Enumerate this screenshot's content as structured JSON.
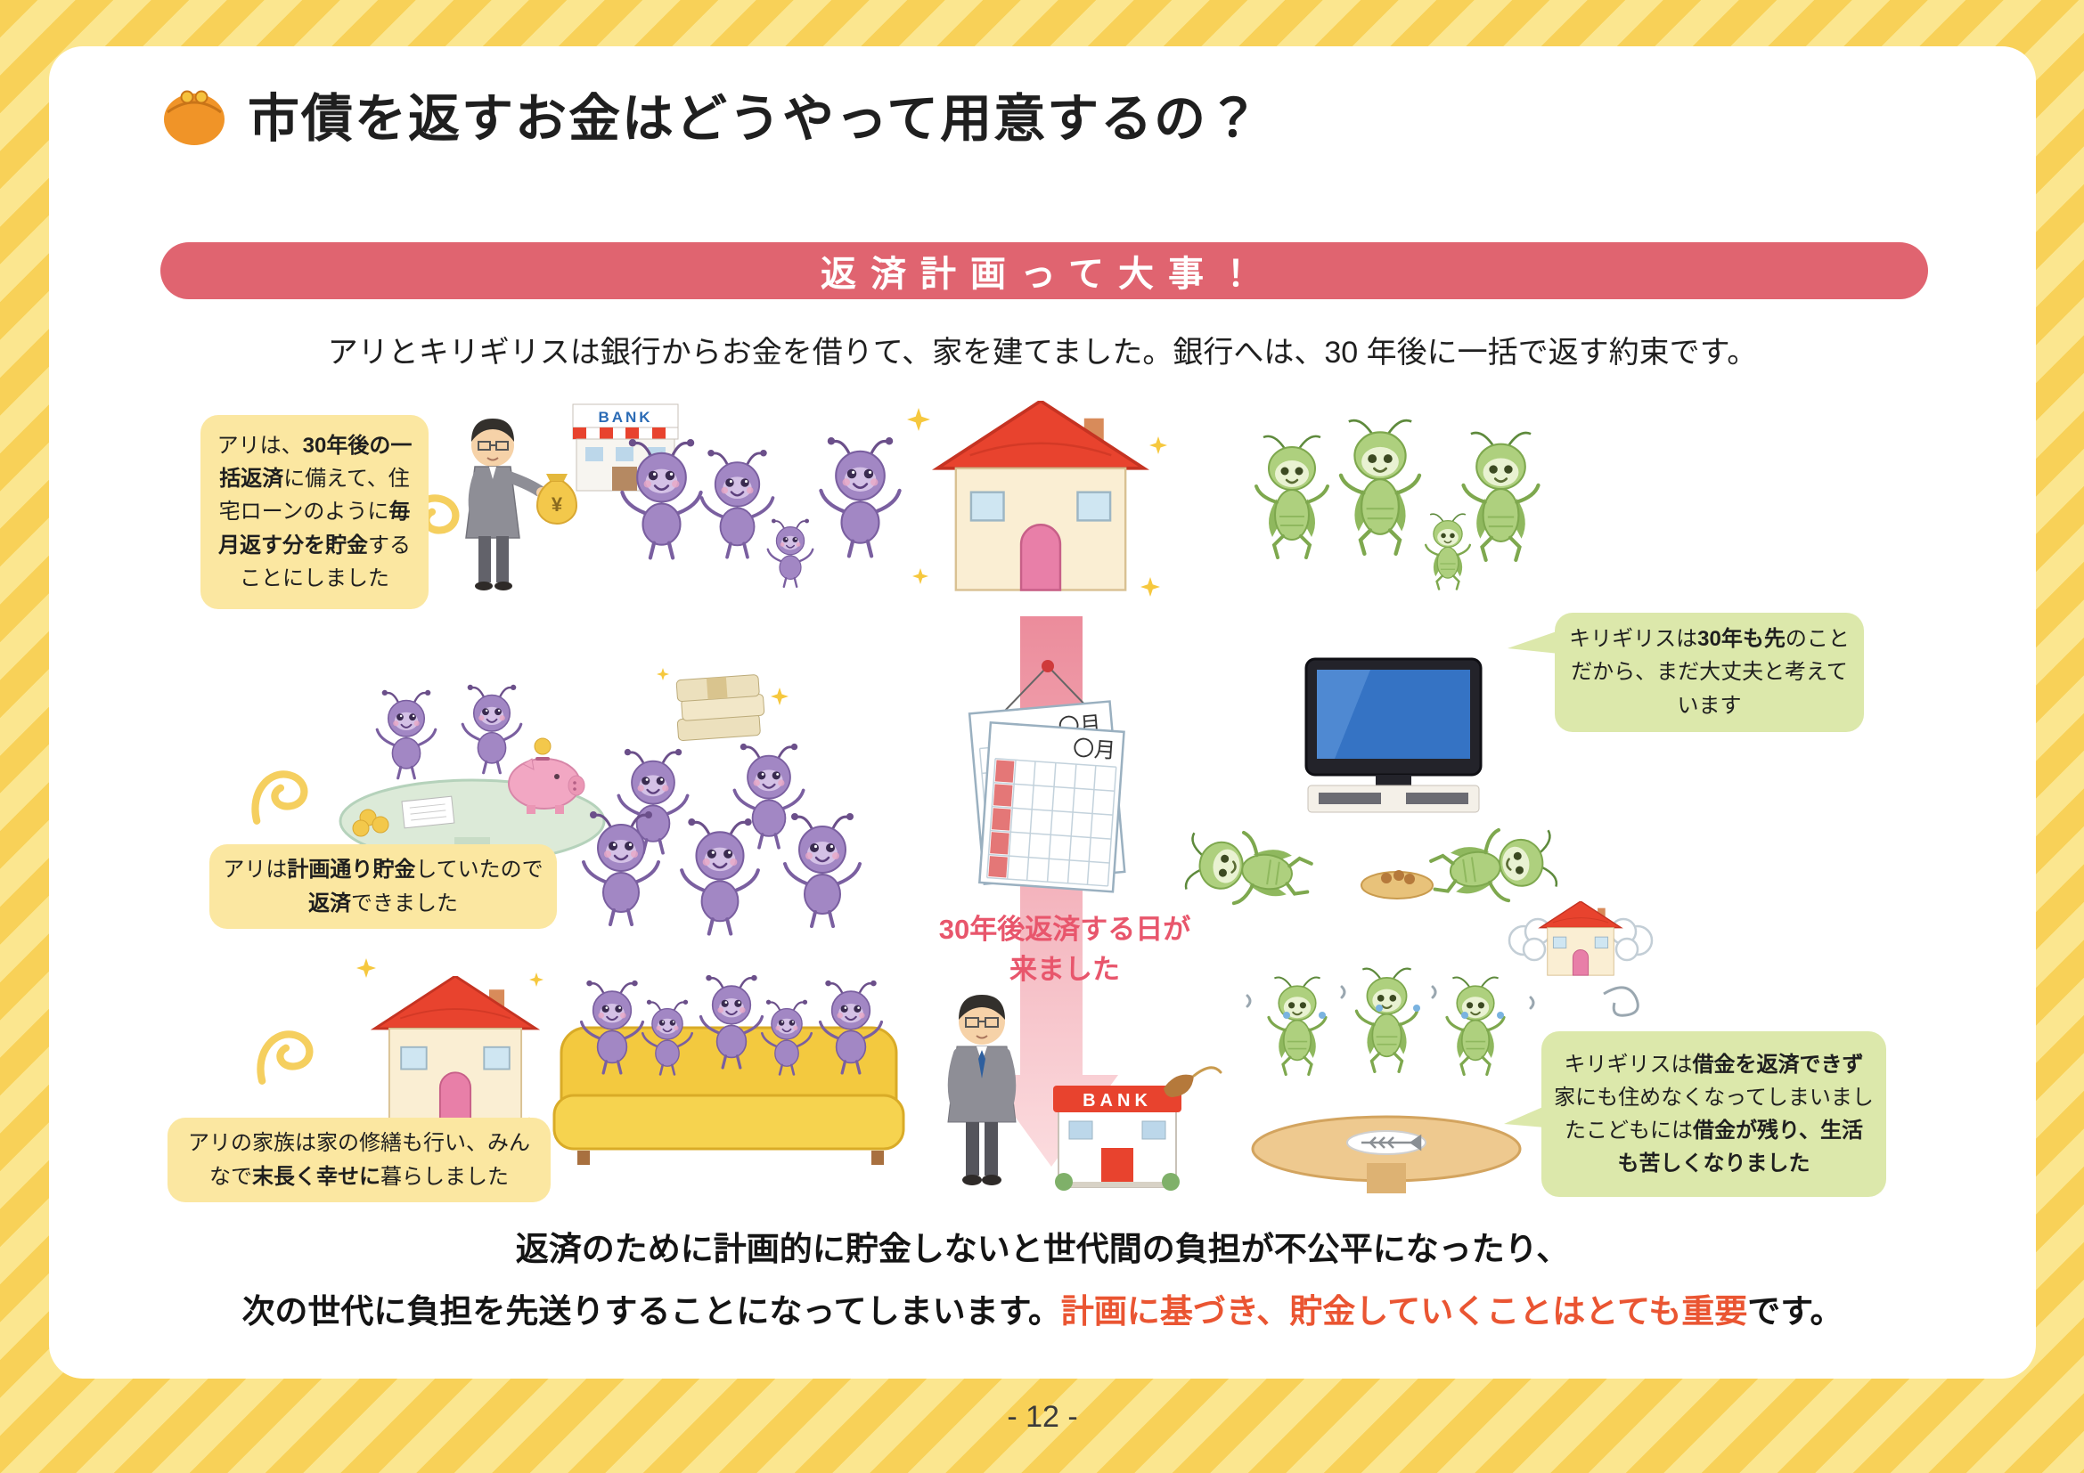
{
  "colors": {
    "banner_pink": "#e06470",
    "accent_red": "#ea5532",
    "deadline_pink": "#e8566c",
    "bubble_yellow": "#fbe7a1",
    "bubble_green": "#dce8ab",
    "stripe_yellow": "#f8d158"
  },
  "page": {
    "title": "市債を返すお金はどうやって用意するの？",
    "banner": "返済計画って大事！",
    "intro": "アリとキリギリスは銀行からお金を借りて、家を建てました。銀行へは、30 年後に一括で返す約束です。",
    "page_number": "- 12 -"
  },
  "ants": {
    "bubble1": [
      "アリは、",
      "30年後の一括返済",
      "に備えて、",
      "住宅ローンのように",
      "毎月返す分を貯金",
      "することにしました"
    ],
    "bubble2": [
      "アリは",
      "計画通り貯金",
      "していたので",
      "返済",
      "できました"
    ],
    "bubble3": [
      "アリの家族は家の修繕も行い、",
      "みんなで",
      "末長く幸せに",
      "暮らしました"
    ]
  },
  "grasshoppers": {
    "bubble1": [
      "キリギリスは",
      "30年も先",
      "のことだから、",
      "まだ大丈夫と考えています"
    ],
    "bubble2": [
      "キリギリスは",
      "借金を返済できず",
      "家にも住めなくなってしまいました",
      "こどもには",
      "借金が残り、",
      "生活も苦しくなりました"
    ]
  },
  "center": {
    "deadline_line1": "30年後返済する日が",
    "deadline_line2": "来ました",
    "calendar_month": "〇月",
    "bank_sign_top": "BANK",
    "bank_sign_bottom": "BANK",
    "money_bag_symbol": "¥"
  },
  "footer": {
    "line1": "返済のために計画的に貯金しないと世代間の負担が不公平になったり、",
    "line2_pre": "次の世代に負担を先送りすることになってしまいます。",
    "line2_red": "計画に基づき、貯金していくことはとても重要",
    "line2_post": "です。"
  }
}
